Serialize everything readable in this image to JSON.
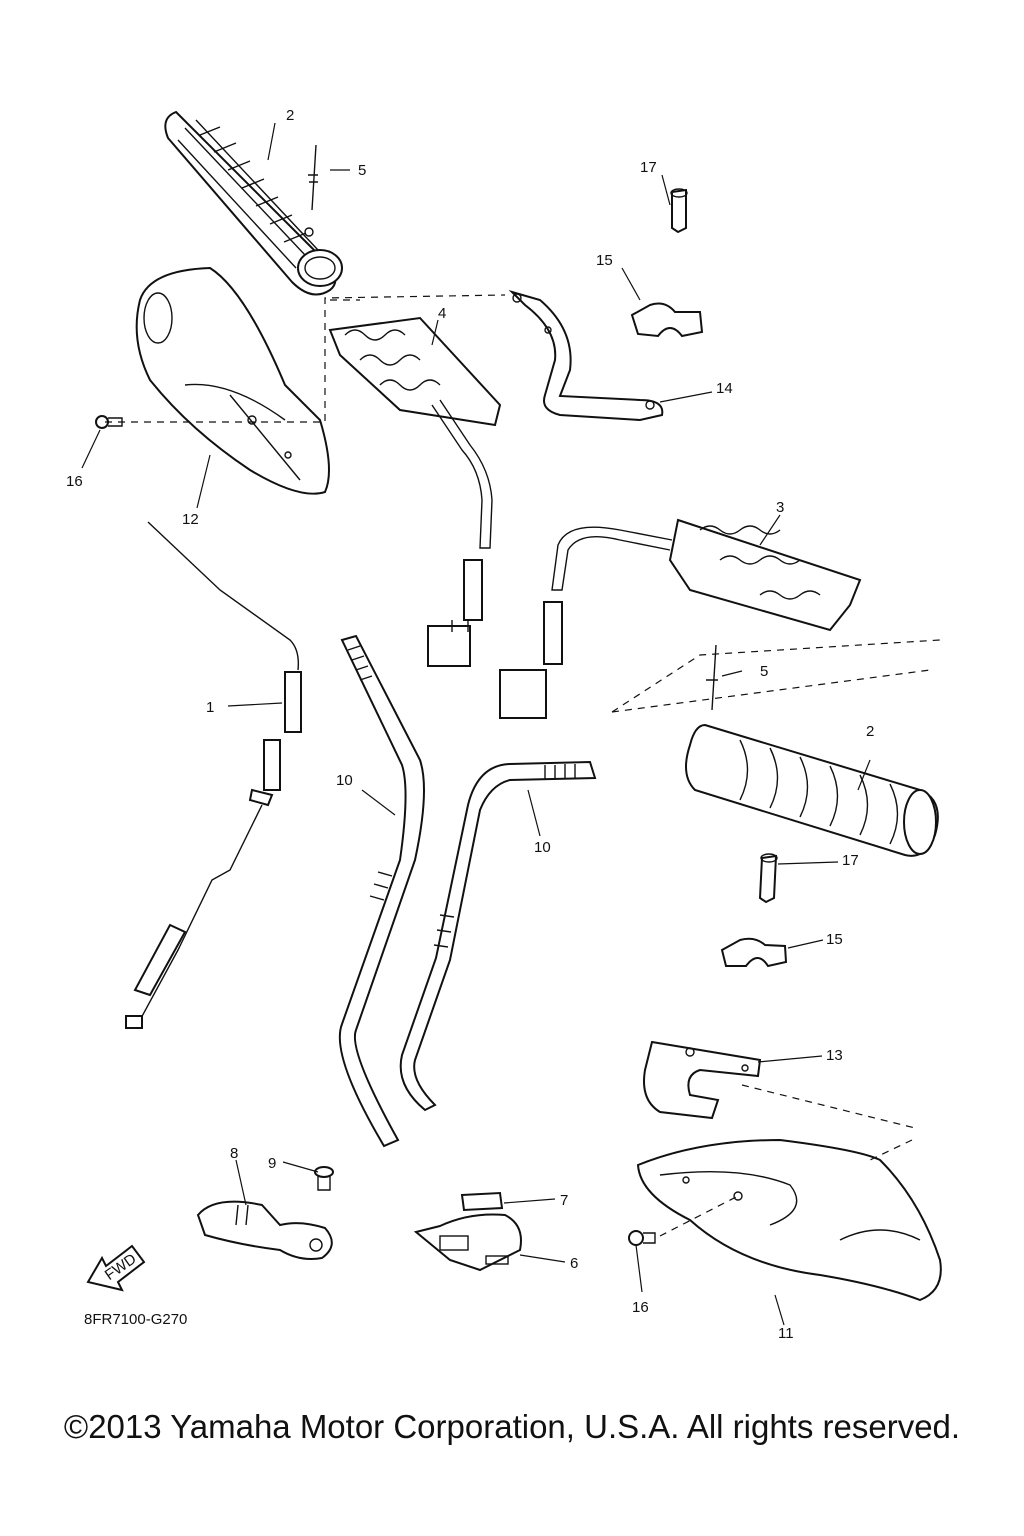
{
  "diagram": {
    "callouts": [
      {
        "id": "c2a",
        "text": "2"
      },
      {
        "id": "c5a",
        "text": "5"
      },
      {
        "id": "c17a",
        "text": "17"
      },
      {
        "id": "c15a",
        "text": "15"
      },
      {
        "id": "c4",
        "text": "4"
      },
      {
        "id": "c14",
        "text": "14"
      },
      {
        "id": "c16a",
        "text": "16"
      },
      {
        "id": "c12",
        "text": "12"
      },
      {
        "id": "c3",
        "text": "3"
      },
      {
        "id": "c5b",
        "text": "5"
      },
      {
        "id": "c1",
        "text": "1"
      },
      {
        "id": "c2b",
        "text": "2"
      },
      {
        "id": "c10a",
        "text": "10"
      },
      {
        "id": "c10b",
        "text": "10"
      },
      {
        "id": "c17b",
        "text": "17"
      },
      {
        "id": "c15b",
        "text": "15"
      },
      {
        "id": "c13",
        "text": "13"
      },
      {
        "id": "c8",
        "text": "8"
      },
      {
        "id": "c9",
        "text": "9"
      },
      {
        "id": "c7",
        "text": "7"
      },
      {
        "id": "c6",
        "text": "6"
      },
      {
        "id": "c16b",
        "text": "16"
      },
      {
        "id": "c11",
        "text": "11"
      }
    ],
    "fwd_badge": "FWD",
    "diagram_code": "8FR7100-G270"
  },
  "footer": {
    "copyright": "©2013 Yamaha Motor Corporation, U.S.A. All rights reserved."
  }
}
